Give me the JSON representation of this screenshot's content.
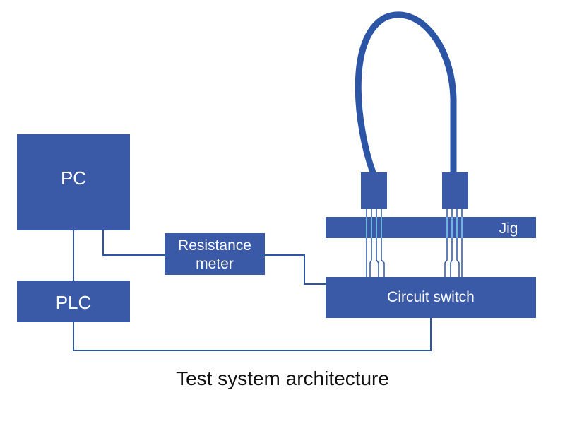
{
  "diagram": {
    "caption": "Test system architecture",
    "nodes": {
      "pc": "PC",
      "plc": "PLC",
      "resistance_meter_line1": "Resistance",
      "resistance_meter_line2": "meter",
      "jig": "Jig",
      "circuit_switch": "Circuit switch"
    },
    "colors": {
      "box_fill": "#3a5aa7",
      "cable": "#2d55a6",
      "wire": "#2d55a6",
      "pin_highlight": "#7fd3f0",
      "text_on_box": "#ffffff",
      "caption_text": "#111111",
      "background": "#ffffff"
    }
  }
}
